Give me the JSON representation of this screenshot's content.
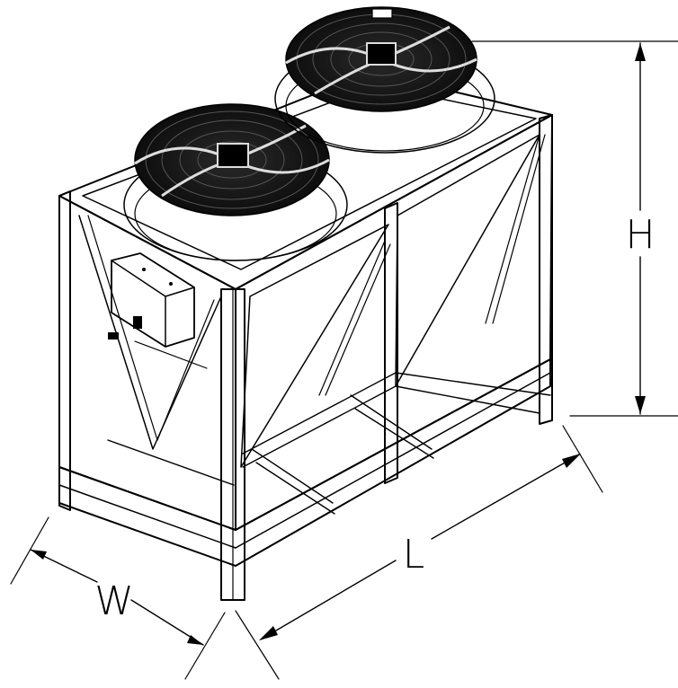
{
  "drawing": {
    "subject": "",
    "fans": 2,
    "dimensions": {
      "height_label": "H",
      "length_label": "L",
      "width_label": "W"
    },
    "colors": {
      "line": "#000000",
      "fan_fill": "#1a1a1a",
      "panel_fill": "#ffffff",
      "background": "#ffffff"
    }
  }
}
